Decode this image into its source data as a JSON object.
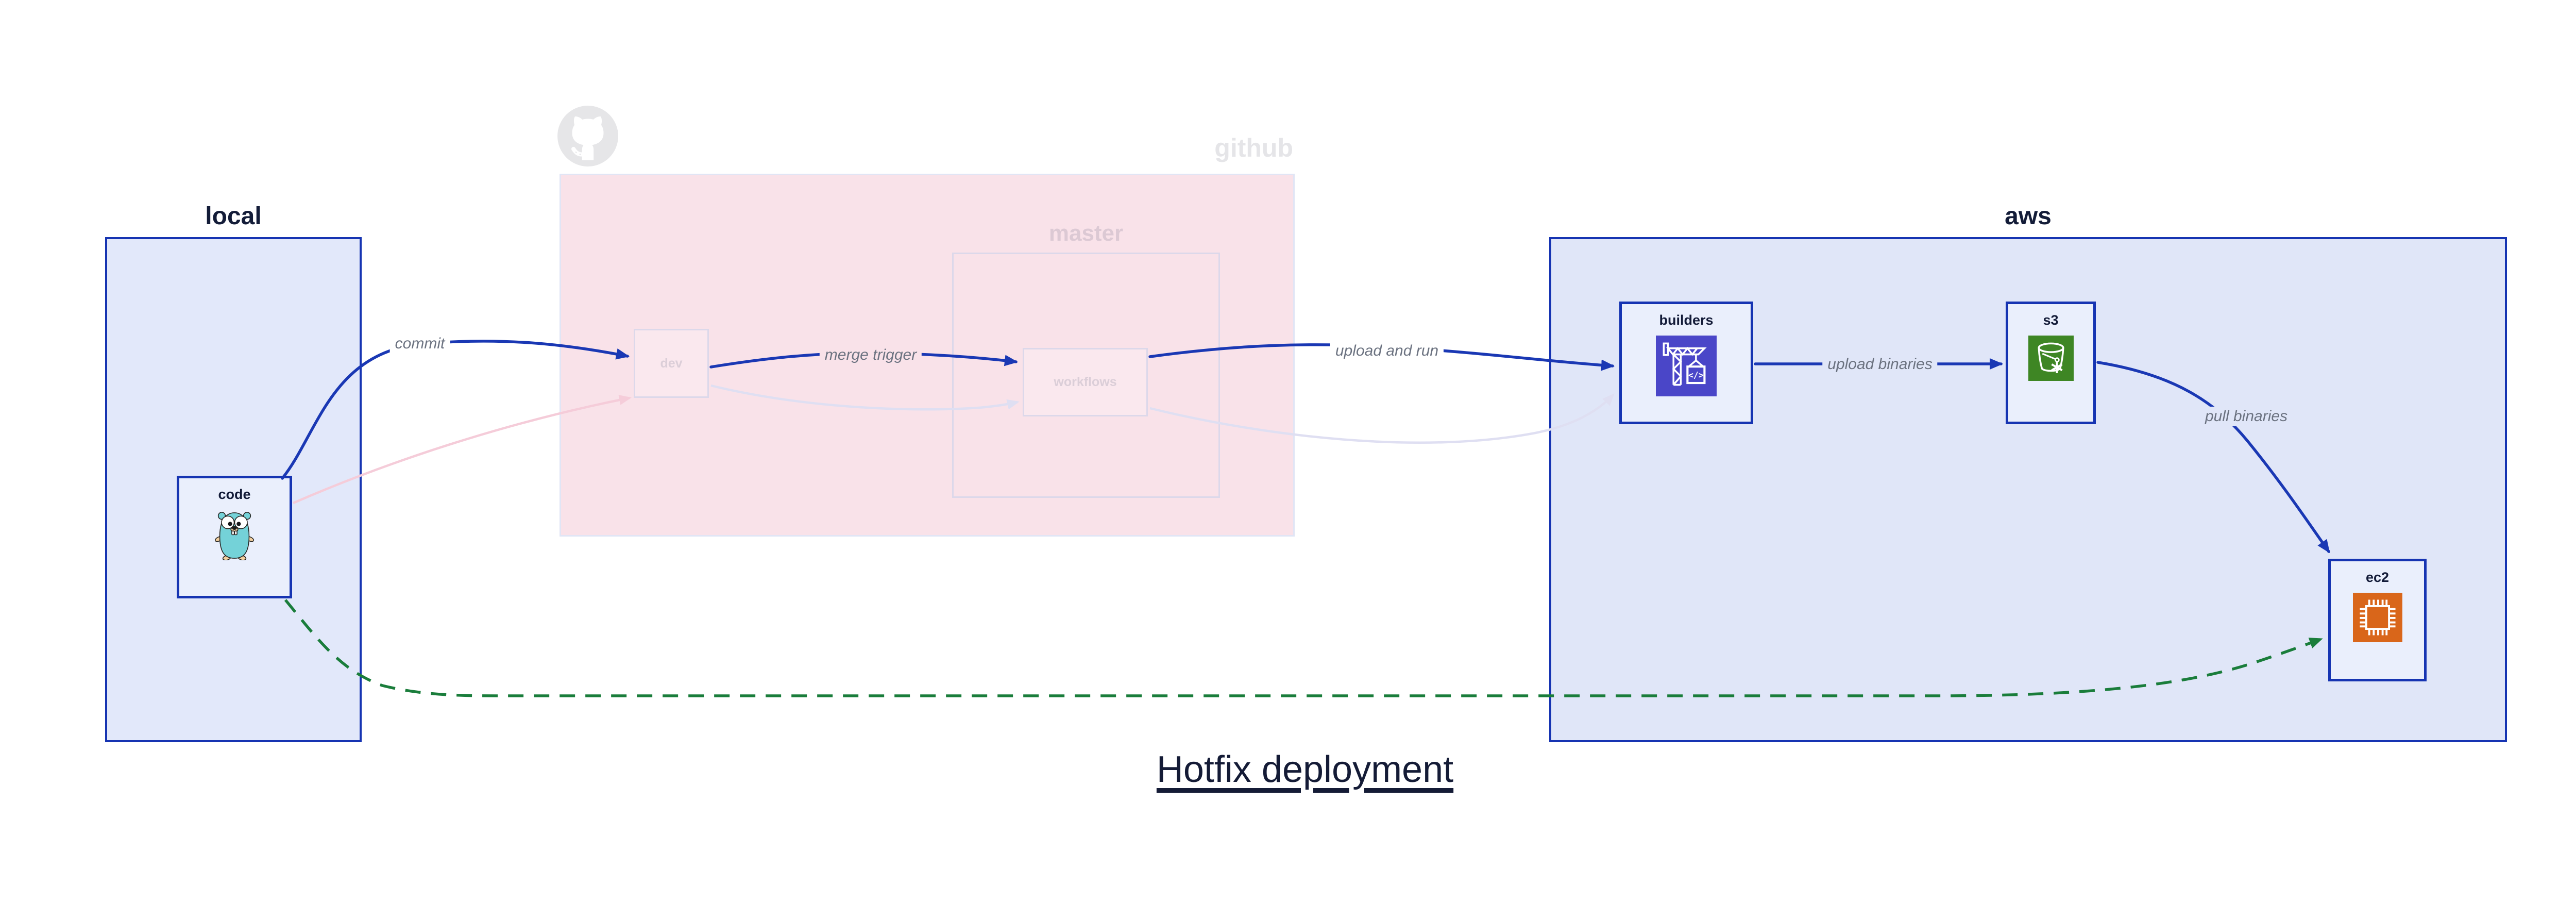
{
  "title": "Hotfix deployment",
  "groups": {
    "local": {
      "label": "local"
    },
    "github": {
      "label": "github",
      "branch": "master"
    },
    "aws": {
      "label": "aws"
    }
  },
  "nodes": {
    "code": {
      "label": "code",
      "icon": "go-gopher"
    },
    "dev": {
      "label": "dev"
    },
    "workflows": {
      "label": "workflows"
    },
    "builders": {
      "label": "builders",
      "icon": "codebuild-crane",
      "glyph": "</>"
    },
    "s3": {
      "label": "s3",
      "icon": "s3-bucket-snowflake"
    },
    "ec2": {
      "label": "ec2",
      "icon": "ec2-chip"
    }
  },
  "edges": {
    "commit": {
      "label": "commit"
    },
    "merge_trigger": {
      "label": "merge trigger"
    },
    "upload_and_run": {
      "label": "upload and run"
    },
    "upload_binaries": {
      "label": "upload binaries"
    },
    "pull_binaries": {
      "label": "pull binaries"
    }
  },
  "colors": {
    "accent_blue": "#1a38b4",
    "group_fill_blue": "#e2e8fa",
    "aws_fill": "#e0e6f8",
    "node_fill": "#eaeffc",
    "github_fill": "#f9e2e9",
    "github_region_border": "#e1e5f5",
    "faded_border": "#dcd8ea",
    "faded_node_text": "#dbced8",
    "master_text": "#dcc9d4",
    "github_text": "#e5e5e8",
    "edge_label_gray": "#6b7280",
    "green_dashed": "#1a7d3b",
    "faded_pink_edge": "#f5ccd9",
    "faded_lavender_edge": "#dfdff2",
    "codebuild_indigo": "#4a46c8",
    "s3_green": "#3e8624",
    "ec2_orange": "#d9661a",
    "octocat_gray": "#e6e6e8",
    "title_color": "#141b36"
  }
}
